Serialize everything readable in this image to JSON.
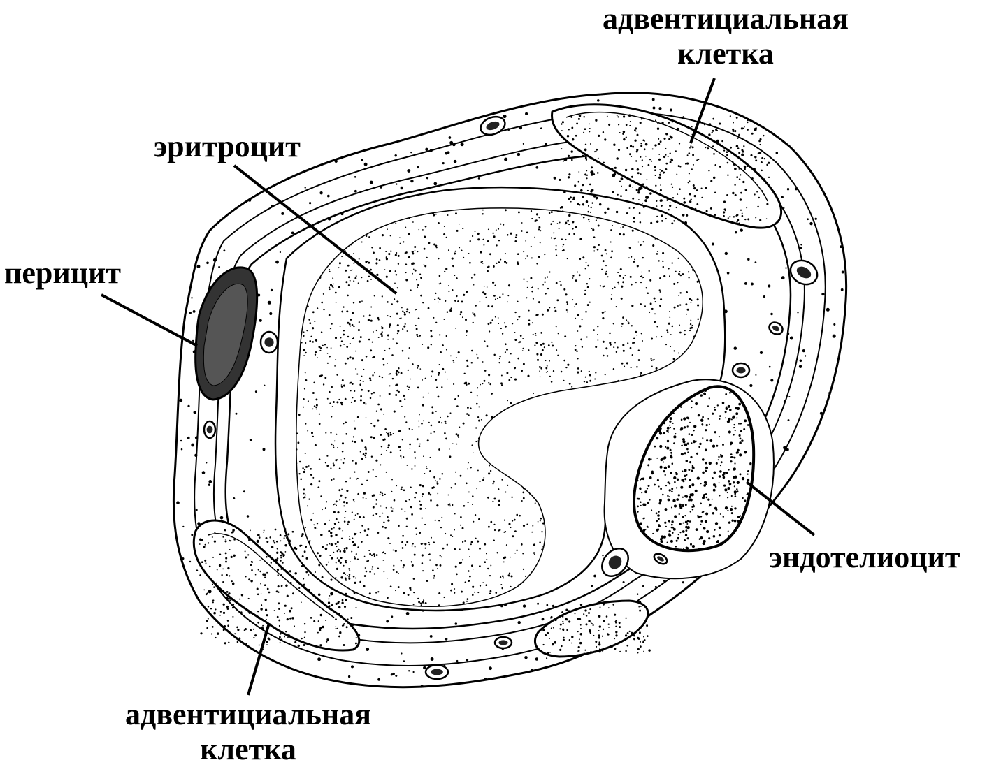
{
  "labels": {
    "adventitial_top": {
      "line1": "адвентициальная",
      "line2": "клетка"
    },
    "erythrocyte": "эритроцит",
    "pericyte": "перицит",
    "endotheliocyte": "эндотелиоцит",
    "adventitial_bottom": {
      "line1": "адвентициальная",
      "line2": "клетка"
    }
  },
  "colors": {
    "ink": "#000000",
    "paper": "#ffffff"
  }
}
